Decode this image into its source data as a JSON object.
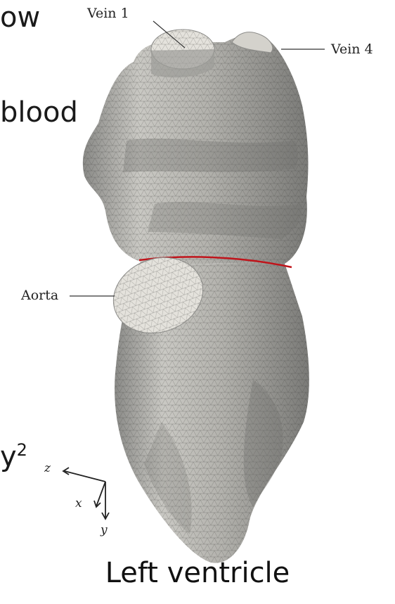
{
  "slide_fragments": {
    "line1": "ow",
    "line2": "blood",
    "line3_base": "y",
    "line3_sup": "2"
  },
  "labels": {
    "vein1": "Vein 1",
    "vein4": "Vein 4",
    "aorta": "Aorta"
  },
  "axes": {
    "z": "z",
    "x": "x",
    "y": "y"
  },
  "caption": "Left ventricle",
  "colors": {
    "mesh_surface": "#a9a9a6",
    "mesh_light": "#e4e2dc",
    "mesh_shadow": "#6f6f6c",
    "cut_line": "#c0141b",
    "leader_line": "#333333"
  }
}
